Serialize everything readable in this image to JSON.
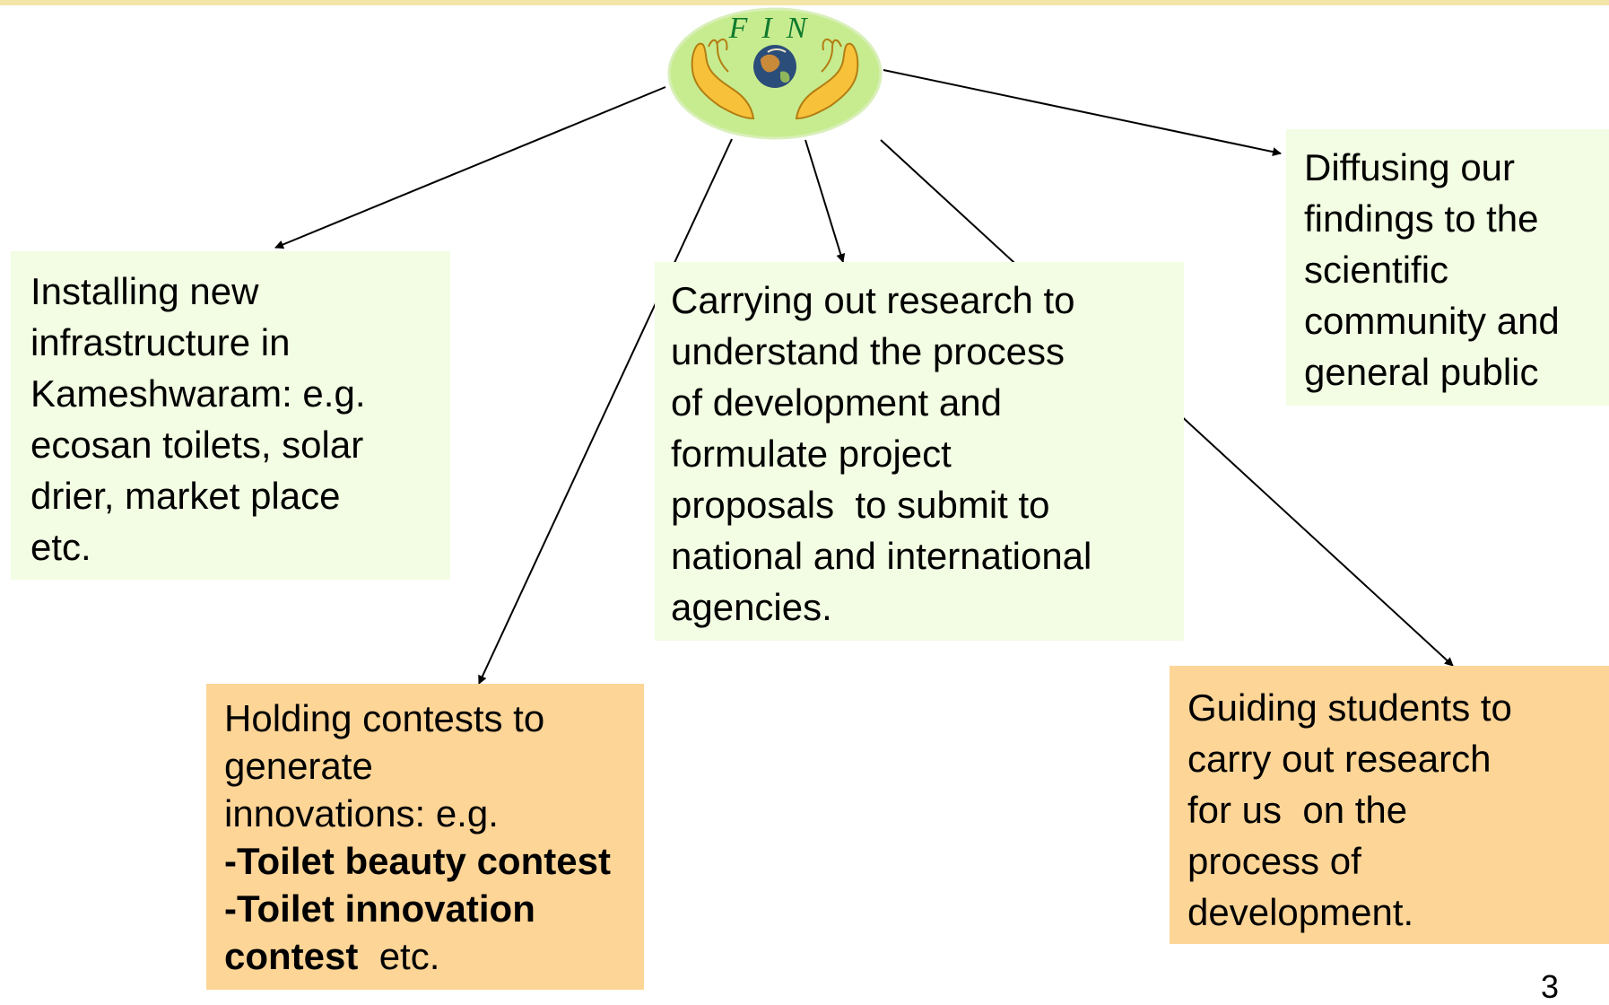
{
  "logo": {
    "text": "FIN",
    "icon": "hands-holding-globe-icon",
    "colors": {
      "background": "#c7ec8f",
      "letters": "#0f7a2e",
      "hands": "#f7c23a",
      "globe": "#2b4d7a"
    }
  },
  "boxes": {
    "installing": {
      "lines": [
        "Installing new",
        "infrastructure in",
        "Kameshwaram: e.g.",
        "ecosan toilets, solar",
        "drier, market place",
        "etc."
      ]
    },
    "research": {
      "lines": [
        "Carrying out research to",
        "understand the process",
        "of development and",
        "formulate project",
        "proposals  to submit to",
        "national and international",
        "agencies."
      ]
    },
    "diffusing": {
      "lines": [
        "Diffusing our",
        "findings to the",
        "scientific",
        "community and",
        "general public"
      ]
    },
    "contests": {
      "lines": [
        "Holding contests to",
        "generate",
        "innovations: e.g."
      ],
      "bold_lines": [
        "-Toilet beauty contest",
        "-Toilet innovation"
      ],
      "last_bold": "contest",
      "last_normal": "  etc."
    },
    "guiding": {
      "lines": [
        "Guiding students to",
        "carry out research",
        "for us  on the",
        "process of",
        "development."
      ]
    }
  },
  "page_number": "3",
  "colors": {
    "green_box": "#f2fde3",
    "orange_box": "#fdd597",
    "top_rule": "#f3e6a8",
    "arrow": "#000000"
  }
}
